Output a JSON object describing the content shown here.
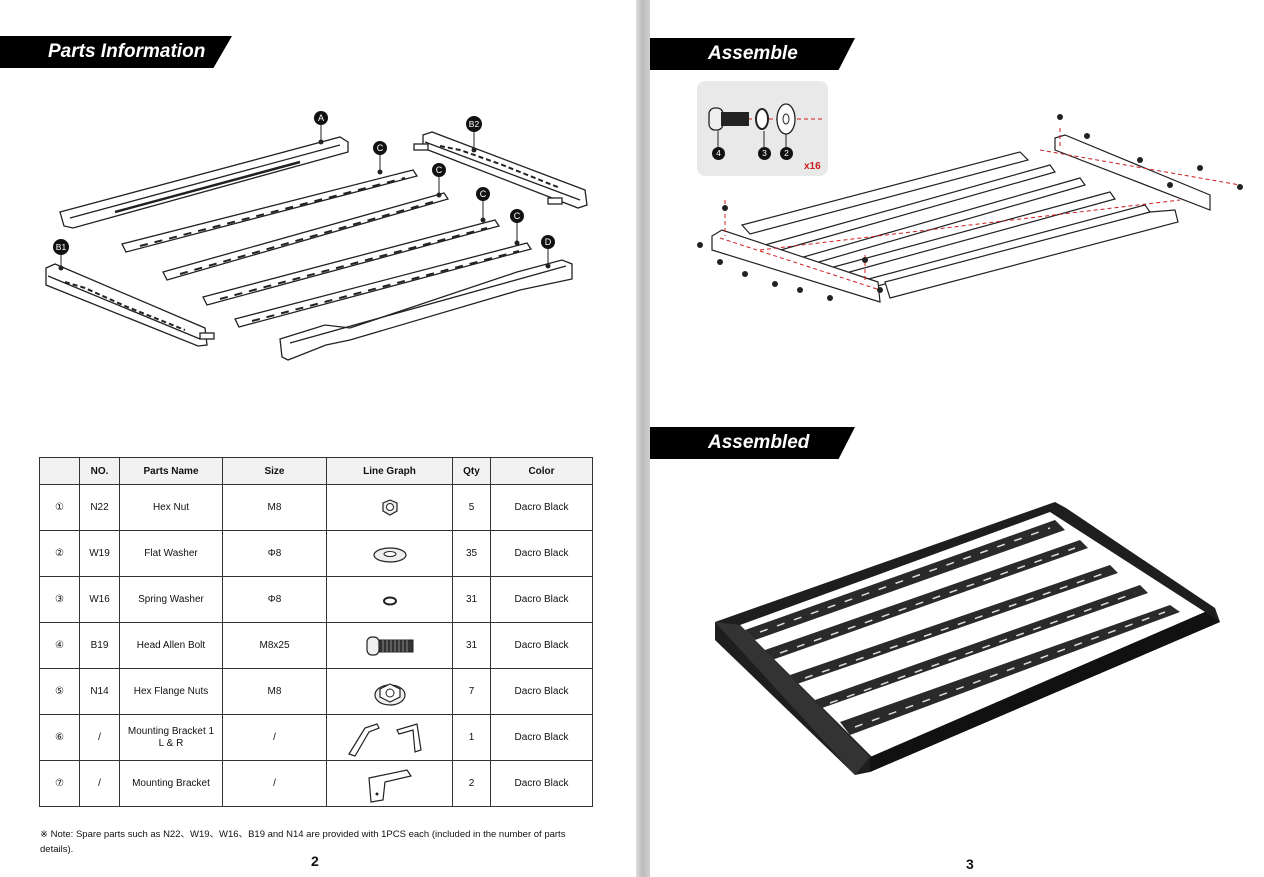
{
  "left_page": {
    "banner": "Parts Information",
    "labels": [
      "A",
      "B2",
      "B1",
      "C",
      "C",
      "C",
      "C",
      "D"
    ],
    "table": {
      "headers": [
        "NO.",
        "Parts Name",
        "Size",
        "Line Graph",
        "Qty",
        "Color"
      ],
      "rows": [
        {
          "idx": "①",
          "no": "N22",
          "name": "Hex Nut",
          "size": "M8",
          "icon": "hex-nut-icon",
          "qty": "5",
          "color": "Dacro Black"
        },
        {
          "idx": "②",
          "no": "W19",
          "name": "Flat Washer",
          "size": "Φ8",
          "icon": "flat-washer-icon",
          "qty": "35",
          "color": "Dacro Black"
        },
        {
          "idx": "③",
          "no": "W16",
          "name": "Spring Washer",
          "size": "Φ8",
          "icon": "spring-washer-icon",
          "qty": "31",
          "color": "Dacro Black"
        },
        {
          "idx": "④",
          "no": "B19",
          "name": "Head Allen Bolt",
          "size": "M8x25",
          "icon": "allen-bolt-icon",
          "qty": "31",
          "color": "Dacro Black"
        },
        {
          "idx": "⑤",
          "no": "N14",
          "name": "Hex Flange Nuts",
          "size": "M8",
          "icon": "flange-nut-icon",
          "qty": "7",
          "color": "Dacro Black"
        },
        {
          "idx": "⑥",
          "no": "/",
          "name": "Mounting Bracket 1 L & R",
          "size": "/",
          "icon": "bracket-pair-icon",
          "qty": "1",
          "color": "Dacro Black"
        },
        {
          "idx": "⑦",
          "no": "/",
          "name": "Mounting Bracket",
          "size": "/",
          "icon": "bracket-icon",
          "qty": "2",
          "color": "Dacro Black"
        }
      ]
    },
    "note": "※ Note: Spare parts such as N22、W19、W16、B19 and N14 are provided with 1PCS each (included in the number of parts details).",
    "page_number": "2"
  },
  "right_page": {
    "banner_assemble": "Assemble",
    "hardware_labels": [
      "4",
      "3",
      "2"
    ],
    "hardware_qty": "x16",
    "banner_assembled": "Assembled",
    "page_number": "3"
  },
  "colors": {
    "accent_red": "#cc1f1f",
    "banner_bg": "#000000"
  }
}
